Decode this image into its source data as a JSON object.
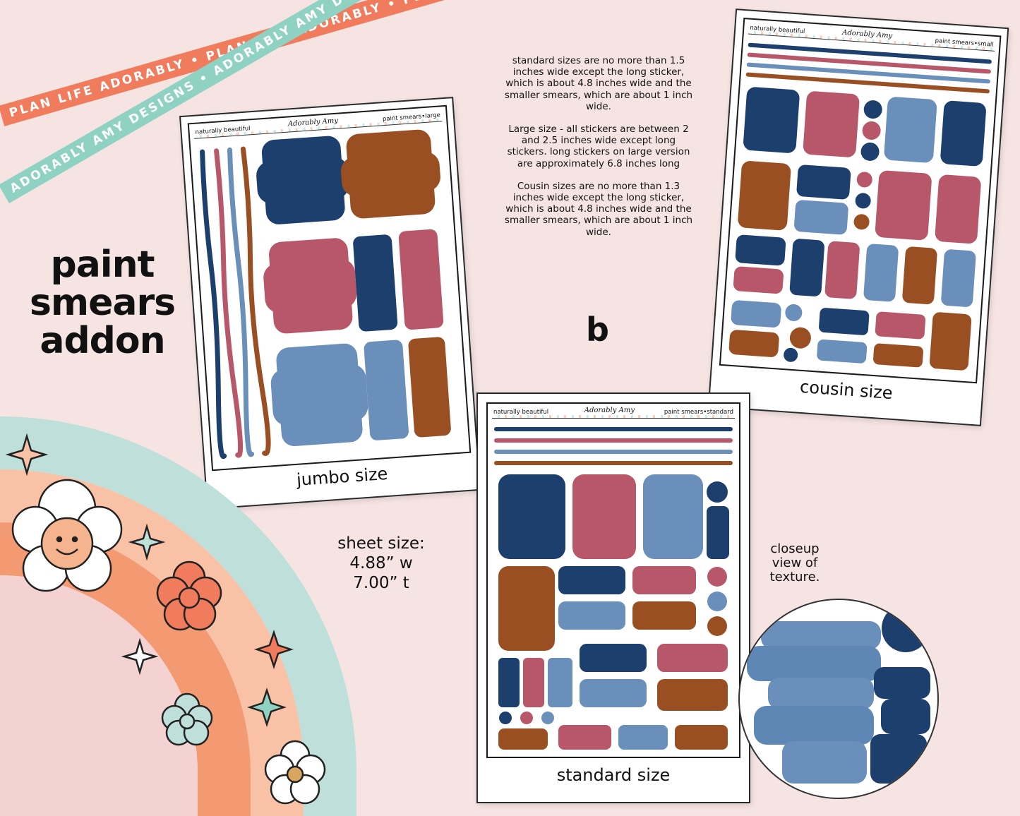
{
  "ribbons": {
    "top": "PLAN LIFE ADORABLY • PLAN LIFE ADORABLY • PLAN LIFE ADORABLY • PLAN LIFE ADORABLY",
    "bottom": "ADORABLY AMY DESIGNS • ADORABLY AMY DESIGNS • ADORABLY AMY DESIGNS"
  },
  "title": {
    "line1": "paint",
    "line2": "smears",
    "line3": "addon"
  },
  "sheets": {
    "jumbo": {
      "header_left": "naturally beautiful",
      "header_logo": "Adorably Amy",
      "header_right": "paint smears•large",
      "label": "jumbo size"
    },
    "cousin": {
      "header_left": "naturally beautiful",
      "header_logo": "Adorably Amy",
      "header_right": "paint smears•small",
      "label": "cousin size"
    },
    "standard": {
      "header_left": "naturally beautiful",
      "header_logo": "Adorably Amy",
      "header_right": "paint smears•standard",
      "label": "standard size"
    }
  },
  "info": {
    "standard": "standard sizes are no more than 1.5 inches wide except the long sticker, which is about 4.8 inches wide and the smaller smears, which are about 1 inch wide.",
    "large": "Large size - all stickers are between 2 and 2.5 inches wide except long stickers. long stickers on large version are approximately 6.8 inches long",
    "cousin": "Cousin sizes are no more than 1.3 inches wide except the long sticker, which is about 4.8 inches wide and the smaller smears, which are about 1 inch wide."
  },
  "corner_letter": "b",
  "sheet_size": {
    "line1": "sheet size:",
    "line2": "4.88” w",
    "line3": "7.00” t"
  },
  "closeup": {
    "line1": "closeup",
    "line2": "view of",
    "line3": "texture."
  },
  "colors": {
    "navy": "#1d3f6e",
    "rose": "#b9576a",
    "blue": "#6a8fba",
    "brown": "#9a4f22",
    "background": "#f6e4e3",
    "ribbon_coral": "#f07b5d",
    "ribbon_mint": "#8fd1c2"
  }
}
